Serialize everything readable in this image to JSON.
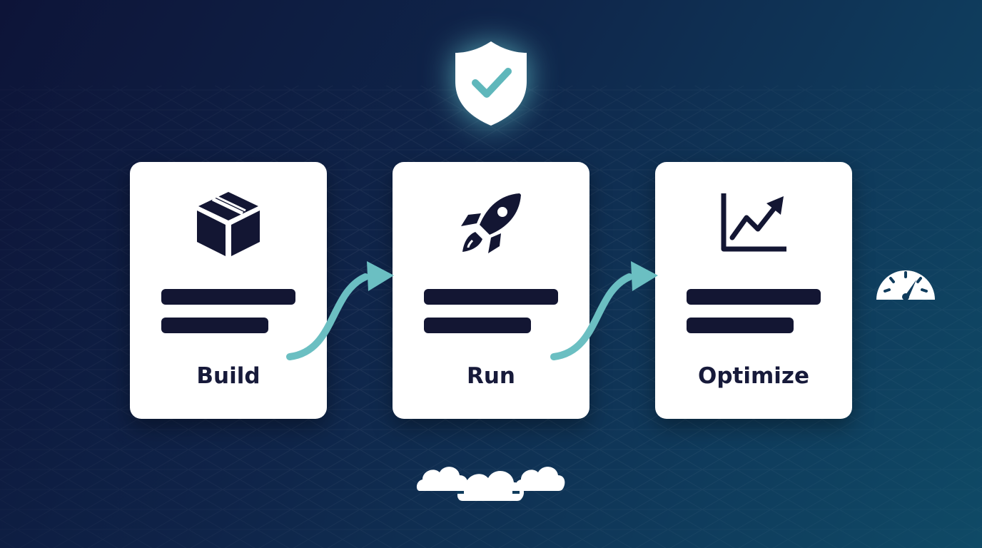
{
  "stages": [
    {
      "label": "Build",
      "icon": "box-icon"
    },
    {
      "label": "Run",
      "icon": "rocket-icon"
    },
    {
      "label": "Optimize",
      "icon": "growth-chart-icon"
    }
  ],
  "decor_icons": [
    "shield-check-icon",
    "gauge-icon",
    "cloud-icon"
  ],
  "colors": {
    "background_dark": "#0d1438",
    "background_teal": "#0f4a66",
    "card": "#ffffff",
    "ink": "#131633",
    "arrow": "#6bbfc2",
    "shield_check": "#5fb7bb"
  }
}
